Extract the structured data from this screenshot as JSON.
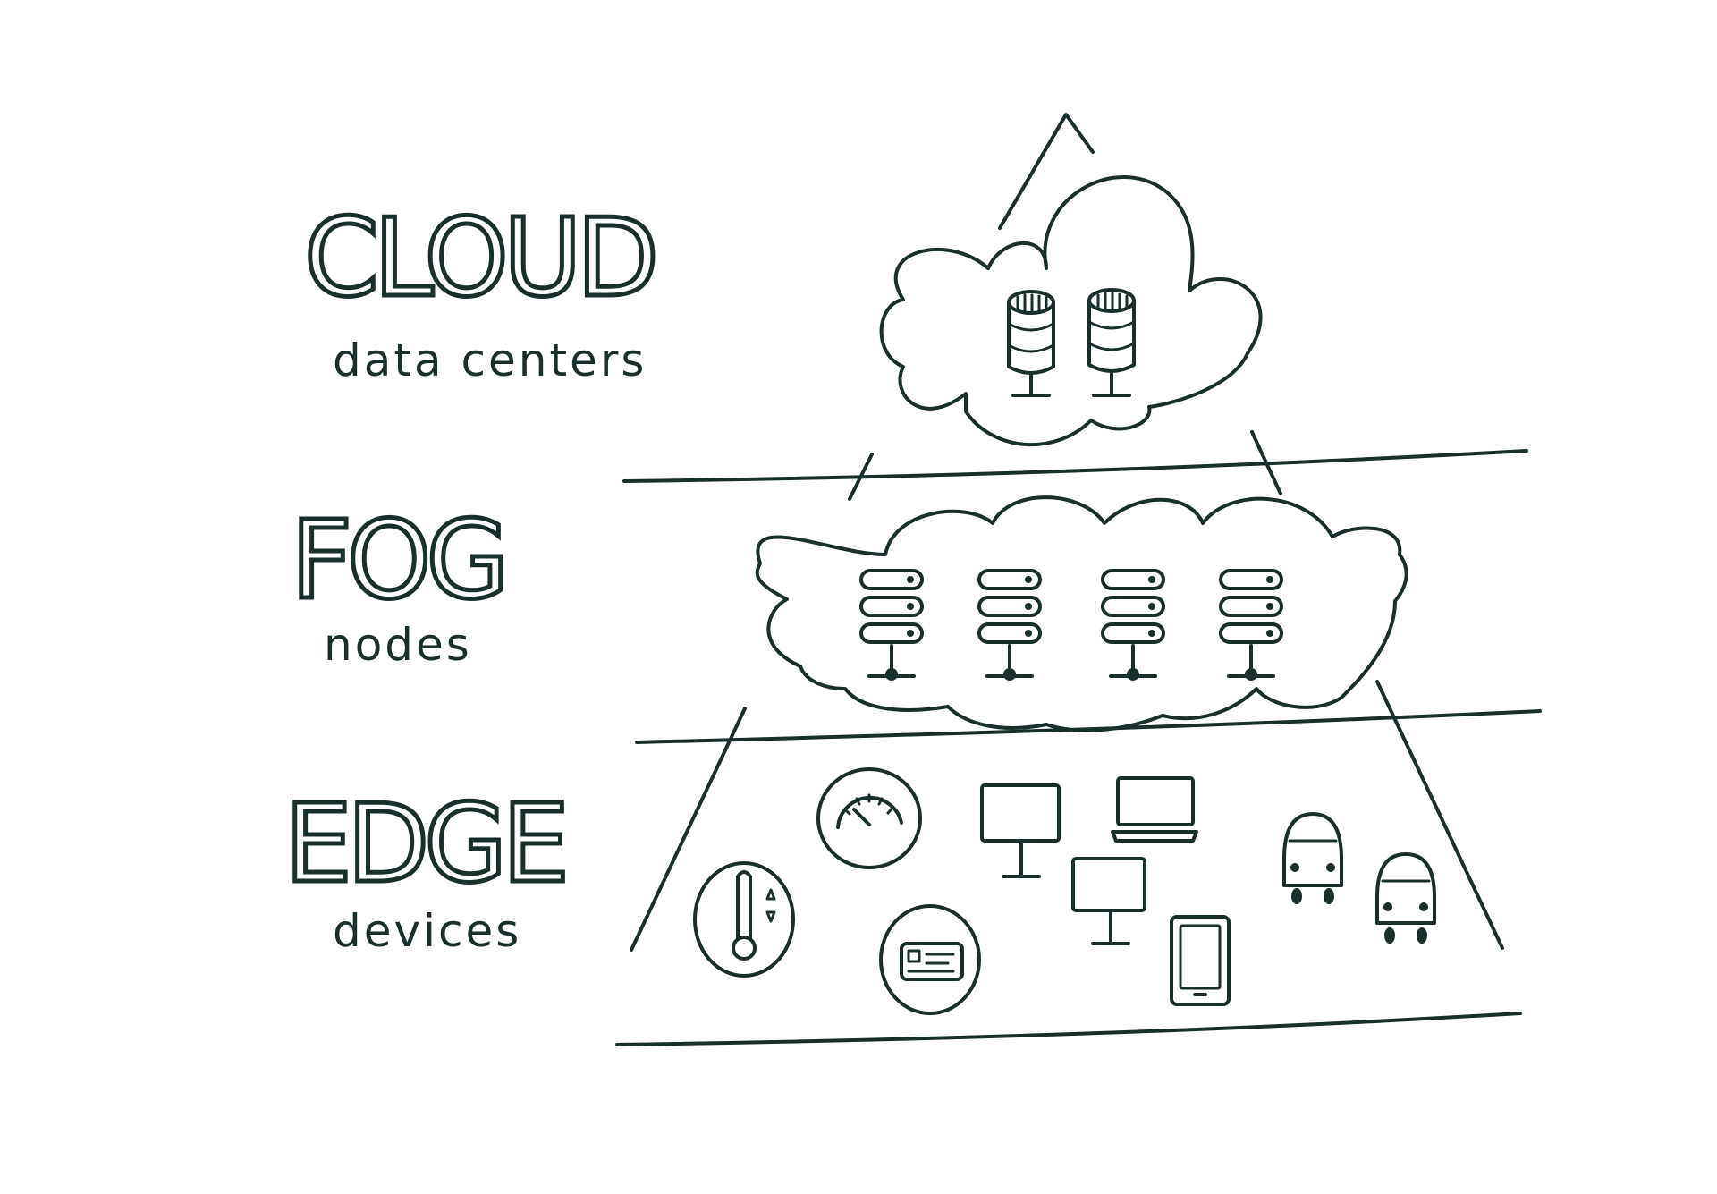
{
  "tiers": [
    {
      "id": "cloud",
      "title": "CLOUD",
      "subtitle": "data centers"
    },
    {
      "id": "fog",
      "title": "FOG",
      "subtitle": "nodes"
    },
    {
      "id": "edge",
      "title": "EDGE",
      "subtitle": "devices"
    }
  ],
  "cloud_tier": {
    "server_count": 2,
    "icon": "database-server-icon"
  },
  "fog_tier": {
    "node_count": 4,
    "icon": "rack-server-icon"
  },
  "edge_tier": {
    "devices": [
      "thermometer-sensor-icon",
      "gauge-icon",
      "id-card-reader-icon",
      "desktop-monitor-icon",
      "desktop-monitor-icon",
      "laptop-icon",
      "tablet-icon",
      "bus-icon",
      "bus-icon"
    ]
  },
  "colors": {
    "ink": "#1a2e2c",
    "background": "#ffffff"
  }
}
